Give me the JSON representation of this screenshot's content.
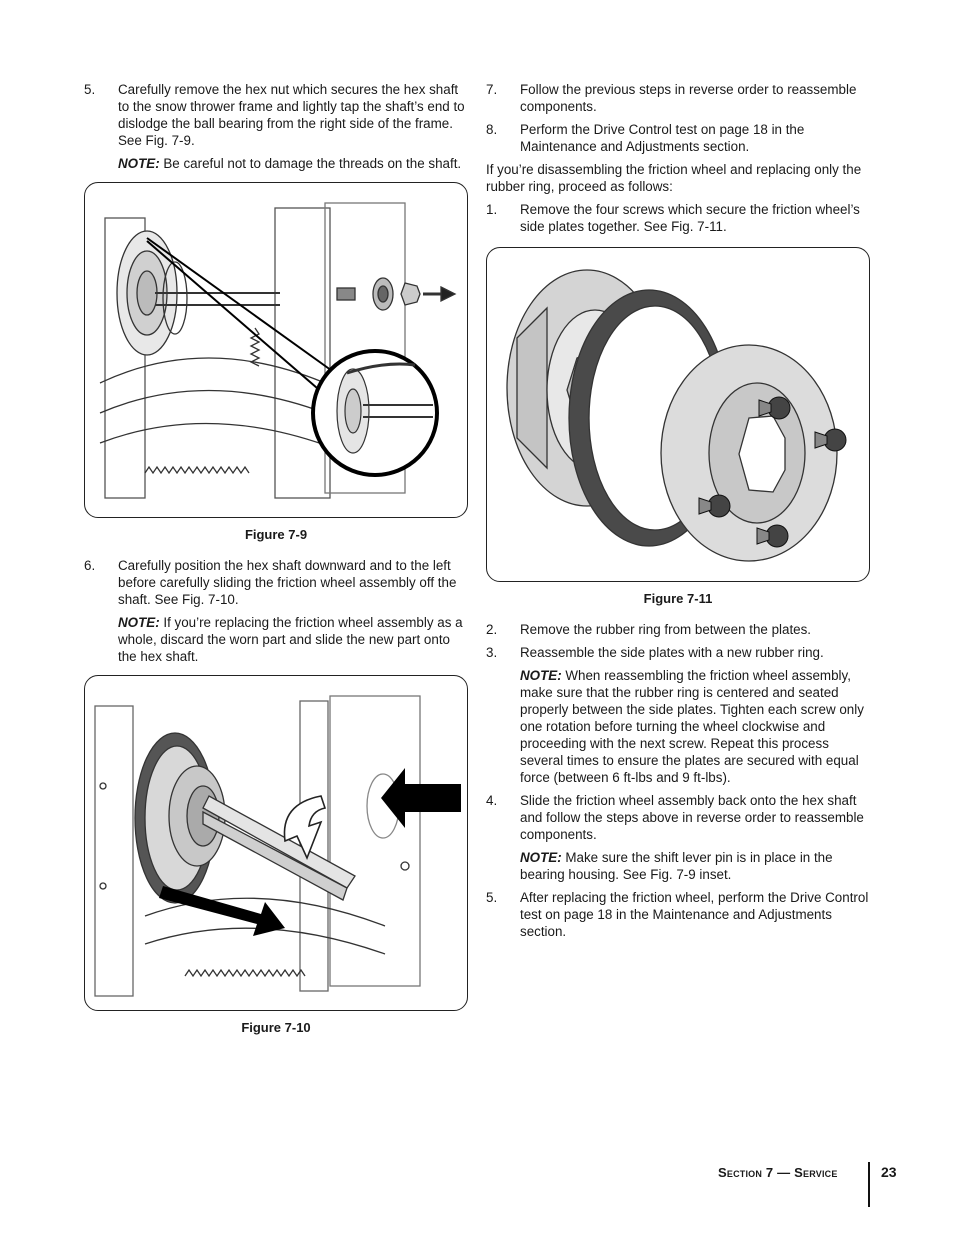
{
  "left_column": {
    "step5": {
      "num": "5.",
      "text": "Carefully remove the hex nut which secures the hex shaft to the snow thrower frame and lightly tap the shaft’s end to dislodge the ball bearing from the right side of the frame. See Fig. 7-9."
    },
    "note1": {
      "label": "NOTE:",
      "text": " Be careful not to damage the threads on the shaft."
    },
    "fig9_caption": "Figure 7-9",
    "step6": {
      "num": "6.",
      "text": "Carefully position the hex shaft downward and to the left before carefully sliding the friction wheel assembly off the shaft. See Fig. 7-10."
    },
    "note2": {
      "label": "NOTE:",
      "text": " If you’re replacing the friction wheel assembly as a whole, discard the worn part and slide the new part onto the hex shaft."
    },
    "fig10_caption": "Figure 7-10"
  },
  "right_column": {
    "step7": {
      "num": "7.",
      "text": "Follow the previous steps in reverse order to reassemble components."
    },
    "step8": {
      "num": "8.",
      "text": "Perform the Drive Control test on page 18 in the Maintenance and Adjustments section."
    },
    "intro": "If you’re disassembling the friction wheel and replacing only the rubber ring, proceed as follows:",
    "sub1": {
      "num": "1.",
      "text": "Remove the four screws which secure the friction wheel’s side plates together. See Fig. 7-11."
    },
    "fig11_caption": "Figure 7-11",
    "sub2": {
      "num": "2.",
      "text": "Remove the rubber ring from between the plates."
    },
    "sub3": {
      "num": "3.",
      "text": "Reassemble the side plates with a new rubber ring."
    },
    "note3": {
      "label": "NOTE:",
      "text": " When reassembling the friction wheel assembly, make sure that the rubber ring is centered and seated properly between the side plates. Tighten each screw only one rotation before turning the wheel clockwise and proceeding with the next screw. Repeat this process several times to ensure the plates are secured with equal force (between 6 ft-lbs and 9 ft-lbs)."
    },
    "sub4": {
      "num": "4.",
      "text": "Slide the friction wheel assembly back onto the hex shaft and follow the steps above in reverse order to reassemble components."
    },
    "note4": {
      "label": "NOTE:",
      "text": " Make sure the shift lever pin is in place in the bearing housing. See Fig. 7-9 inset."
    },
    "sub5": {
      "num": "5.",
      "text": "After replacing the friction wheel, perform the Drive Control test on page 18 in the Maintenance and Adjustments section."
    }
  },
  "footer": {
    "section": "Section 7 — Service",
    "page": "23"
  }
}
